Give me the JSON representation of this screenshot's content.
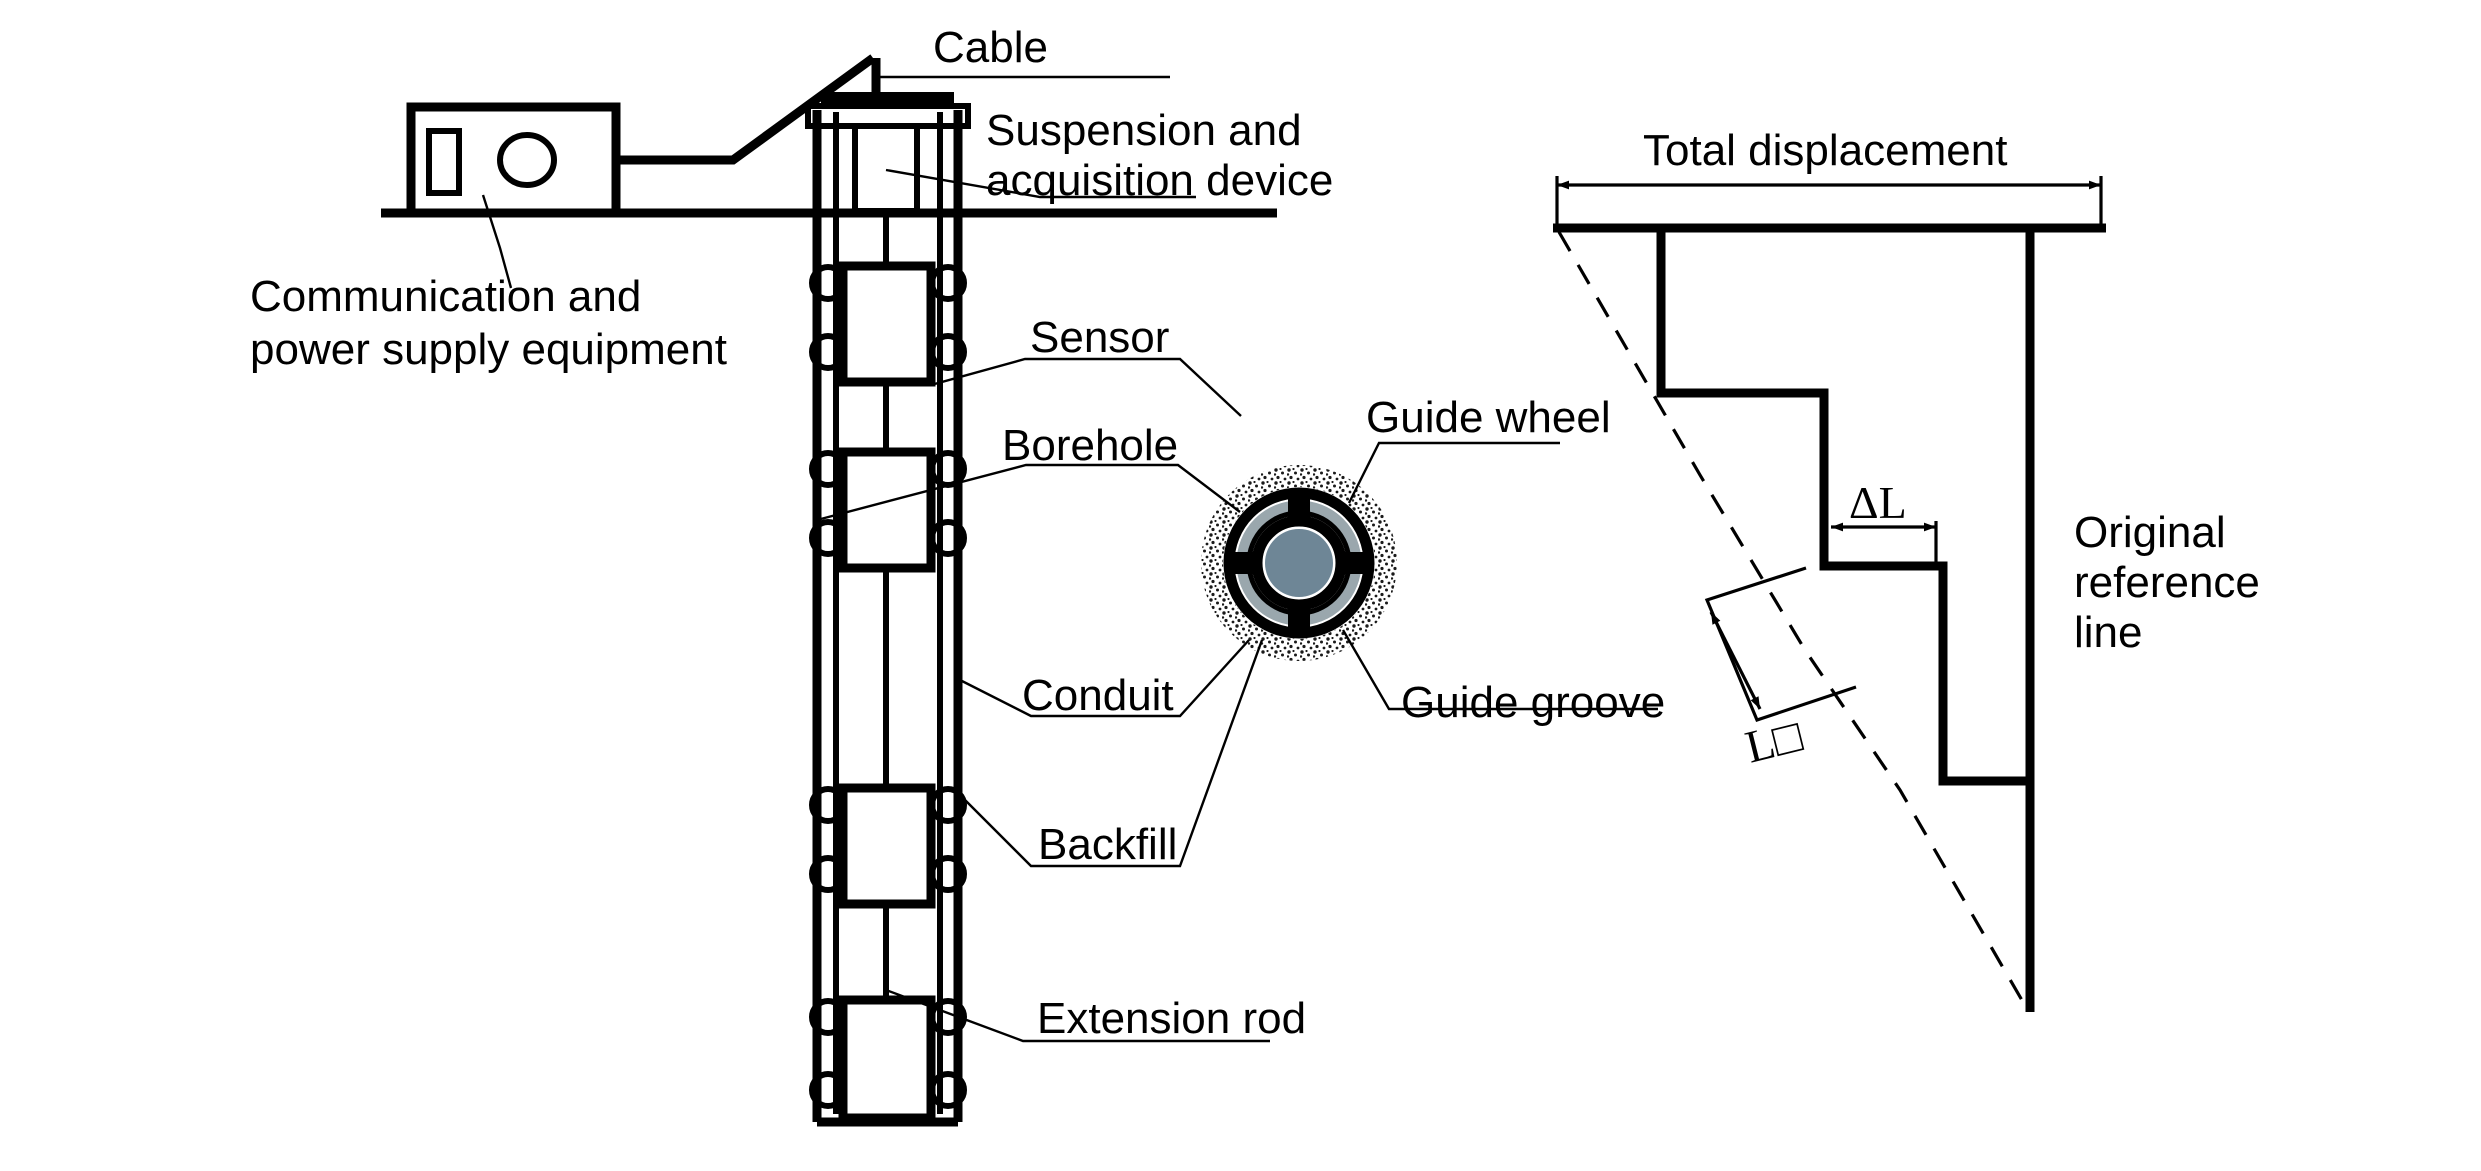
{
  "figure": {
    "title": "Borehole inclinometer monitoring system schematic",
    "background_color": "#ffffff",
    "line_color": "#000000",
    "accent_fill": "#6e8696",
    "ring_fill": "#9aa7ad"
  },
  "labels": {
    "communication": "Communication and\npower supply equipment",
    "communication_line1": "Communication and",
    "communication_line2": "power supply equipment",
    "cable": "Cable",
    "suspension_line1": "Suspension and",
    "suspension_line2": "acquisition device",
    "sensor": "Sensor",
    "borehole": "Borehole",
    "conduit": "Conduit",
    "backfill": "Backfill",
    "extension_rod": "Extension rod",
    "guide_wheel": "Guide wheel",
    "guide_groove": "Guide groove",
    "total_displacement": "Total displacement",
    "delta_l": "ΔL",
    "ln": "L□",
    "original_reference_line1": "Original",
    "original_reference_line2": "reference",
    "original_reference_line3": "line"
  },
  "components": {
    "equipment_box": "communication-power-supply-box",
    "ground_line": "ground-surface-line",
    "borehole_casing": "borehole-casing",
    "sensor_modules_count": 4,
    "guide_wheels_per_sensor": 4,
    "extension_rods_count": 4,
    "cross_section": {
      "backfill_ring": "stippled backfill annulus",
      "conduit_ring": "black conduit wall",
      "inner_ring": "grey inner liner",
      "guide_grooves": 4,
      "core": "sensor core circle"
    }
  },
  "displacement_diagram": {
    "type": "stepped-displacement-profile",
    "reference_line": "vertical original reference line",
    "deflection_line": "dashed inclined deflection curve",
    "steps": 4,
    "top_dimension": "Total displacement",
    "segment_dimension": "ΔL",
    "segment_length_label": "L□"
  }
}
